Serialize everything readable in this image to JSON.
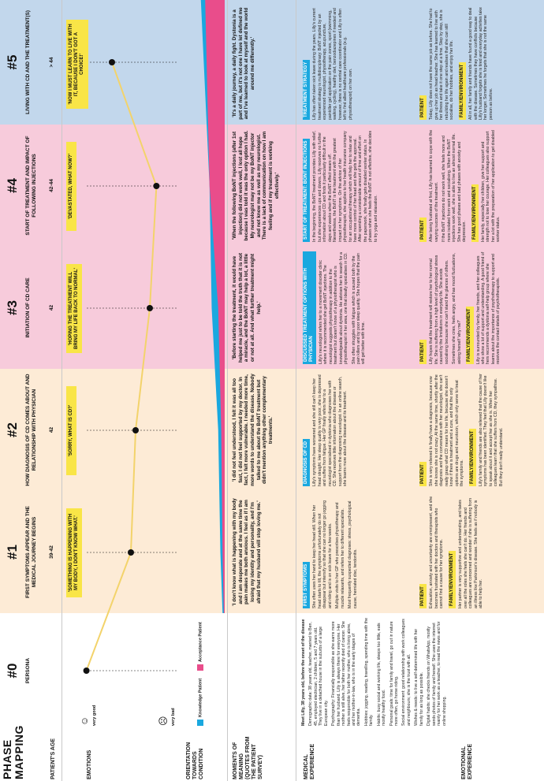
{
  "title": "PHASE MAPPING",
  "row_labels": {
    "age": "PATIENT'S AGE",
    "emotions": "EMOTIONS",
    "orientation": "ORIENTATION TOWARDS CONDITION",
    "moments": "MOMENTS OF MEANING (QUOTES FROM THE PATIENT SURVEY)",
    "medical": "MEDICAL EXPERIENCE",
    "emotional": "EMOTIONAL EXPERIENCE"
  },
  "emotion_scale": {
    "top": "very good",
    "bottom": "very bad"
  },
  "legend": {
    "knowledge": "Knowledge Patient",
    "acceptance": "Acceptance Patient"
  },
  "colors": {
    "knowledge": "#1aa8df",
    "acceptance": "#e94d8b",
    "quote": "#f9e547",
    "line": "#f3d36b"
  },
  "columns": [
    {
      "num": "#0",
      "title": "PERSONA",
      "age": ""
    },
    {
      "num": "#1",
      "title": "FIRST SYMPTOMS APPEAR AND THE MEDICAL JOURNEY BEGINS",
      "age": "39-42",
      "quote": "'SOMETHING IS HAPPENING WITH MY BODY, I DON'T KNOW WHAT.'",
      "moment": "'I don't know what is happening with my body and I am desperate and at the same time the pain makes me both anxious. I feel as if I am losing my identity and personality, and I'm afraid that my husband will stop loving me.'",
      "med_tag": "FIRST SYMPTOMS",
      "med": [
        "She often uses her hand to keep her head still. When her head starts to tilt, the symptoms unfortunately do not disappear but intensify so that she can no longer go jogging and riding and is on sick leave for a few weeks.",
        "Multiple visits to her GP who prescribes physiotherapy and muscle relaxants, and refers her to different specialists.",
        "Most frequently suspected diagnoses: stress, psychological cause, herniated disc, tendonitis."
      ],
      "emo_tag": "PATIENT",
      "emo": [
        "Exhaustion, anxiety and uncertainty are omnipresent, and she becomes frustrated with her doctors and therapists who cannot find a cause for her symptoms."
      ],
      "fam_tag": "FAMILY/ENVIRONMENT",
      "fam": [
        "Her partner is very supportive and understanding, and takes over all the roles she feels she can't do. Her friends and colleagues are concerned and wonder if she is suffering from an illness like Parkinson's disease. She feels as if nobody is able to help her."
      ]
    },
    {
      "num": "#2",
      "title": "HOW DIAGNOSIS OF CD COMES ABOUT AND RELATIONSHIP WITH PHYSICIAN",
      "age": "42",
      "quote": "'SORRY, WHAT IS CD?'",
      "moment": "'I did not feel understood, I felt it was all too fast, I did not feel supported by my doctor. In fact, I felt more vulnerable. I needed more time, more words to understand the disease. Nobody talked to me about the BoNT treatment but didn't mention anything other complementary treatments.'",
      "med_tag": "DIAGNOSIS OF CD",
      "med": [
        "Lilly's symptoms have worsened and she still can't keep her head straight. Her sleep quality is very poor, she is depressed and suffers from fatigue. Her GP finally refers her to a neurologist specialised in dystonia who diagnoses her with CD. She receives little information about the disease or support from the diagnosing neurologist. In an online search, she learns more about the disease and its treatment."
      ],
      "emo_tag": "PATIENT",
      "emo": [
        "She is very relieved to finally have a diagnosis, because now she knows she is not crazy. At the same time, shortly after the diagnosis and the conversation with her neurologist, she can't really grasp what CD means for her life, because she doesn't know if there is treatment and a cure, and that the only options are drugs and neurotoxin, which only serve to treat the symptoms."
      ],
      "fam_tag": "FAMILY/ENVIRONMENT",
      "fam": [
        "Lilly's family and friends are also relieved that the cause of her symptoms has been identified. They feel that Lilly doesn't like to speak about it and accept her as she is. When her colleagues learn that she suffers from CD, they sympathise. But they don't really understand."
      ]
    },
    {
      "num": "#3",
      "title": "INITIATION OF CD CARE",
      "age": "42",
      "quote": "'HOPING THE TREATMENT WILL BRING MY LIFE BACK TO NORMAL'",
      "moment": "'Before starting the treatment, it would have helped me just to be told the truth that it is not a miracle, and the BoNT may help a lot, a little or not at all. And what further treatment might help.'",
      "med_tag": "DISCUSSED TREATMENT OPTIONS WITH PHYSICIAN",
      "med": [
        "Lilly's neurologist refers her to a movement disorder clinic where it is recommended she get BoNT injections. The neurologist suggests physiotherapy in addition to the treatment but doesn't know of a physiotherapist who is knowledgeable about dystonia. He advises her to search for a physiotherapist in her area, one that ideally specialises in CD.",
        "She often struggles with fatigue which is caused both by the pain killers and by poor sleep quality. She hopes that the pain will get better with time."
      ],
      "emo_tag": "PATIENT",
      "emo": [
        "Lilly hopes that the treatment will restore her to her normal life. She is suffering from a high level of psychological stress caused by the limitations in everyday life. She avoids socialising because she can't stand the glances of others.",
        "Sometimes she cries, feels angry, and has mood fluctuations, asking herself 'why me?'"
      ],
      "fam_tag": "FAMILY/ENVIRONMENT",
      "fam": [
        "Lilly is surrounded by family, her friends, and her colleagues who show a lot of support and understanding. A good friend of hers recommends a dystonia self-help group where she learns about the importance of psychotherapy to support and receives the contact details of psychotherapists."
      ]
    },
    {
      "num": "#4",
      "title": "START OF TREATMENT AND IMPACT OF FOLLOWING INJECTIONS",
      "age": "42-44",
      "quote": "'DEVASTATED, WHAT NOW?'",
      "moment": "'When the following BoNT injections (after 1st injection) did not work well, I lost all hope because I was told it was the only option I had. My neurologist may not be my BoNT injector and not know me as well as my neurologist. There is a lack of communication on how I am feeling and if my treatment is working effectively.'",
      "med_tag": "START OF TREATMENT: BoNT INJECTIONS",
      "med": [
        "In the beginning, the BoNT treatment provides Lilly with relief, but she experiences ups and downs. Lilly receives no further information about CD and finds it particularly difficult in the days and weeks when the BoNT effect wears off. Nevertheless, the BoNT is the treatment with the greatest impact on her symptoms. On the advice of her physiotherapist, she applies to her health insurance company for an occupational therapy which will help her to relax and have more control of her head and she gets the approval. After spending a considerable amount of time and effort on the paperwork, she finally gets disabled worker status. In phases when she feels the BoNT is not effective, she decides to try yoga and relaxation."
      ],
      "emo_tag": "PATIENT",
      "emo": [
        "After being frustrated at first, Lilly has learned to cope with the varying success of the treatment.",
        "If the BoNT injections do not work well, she feels more and more isolated from work and socialising. When the BoNT injections work well, she is able to live an almost normal life. She has good phases and bad phases with anxiety and depression."
      ],
      "fam_tag": "FAMILY/ENVIRONMENT",
      "fam": [
        "Her family, especially her children, give her support and strength not to lose her courage. Her colleagues also support her a lot with the preparation of her application to get disabled worker status."
      ]
    },
    {
      "num": "#5",
      "title": "LIVING WITH CD AND THE TREATMENT(S)",
      "age": "> 44",
      "quote": "'NOW I MUST LEARN TO LIVE WITH IT, BECAUSE I DON'T GOT A CHOICE!'",
      "moment": "'It's a daily journey, a daily fight. Dystonia is a part of me, but it's not one I have let defined me and I've learned to look at myself and the world around me differently.'",
      "med_tag": "TREATMENT STRATEGY",
      "med": [
        "Lilly has often taken sick leave during the years. Lilly's current treatment strategy is multidisciplinary: BoNT injected by an experienced neurologist, physiotherapy, acupuncture, painkiller gel application on the pain zones, sport (swimming, walking, cycling), healthy diet, benzodiazepines if needed and however, there is no central care coordinator and Lilly is often left to find allied healthcare professionals (e.g. physiotherapist) on her own."
      ],
      "emo_tag": "PATIENT",
      "emo": [
        "Today, Lilly does not have the same job as before. She had to give up her job as head teacher. She has learned to live with her illness and take it one step at a time. Step by step, she is rebuilding her life again and realises that she can still socialise, do her hobbies, and enjoy her life."
      ],
      "fam_tag": "FAMILY/ENVIRONMENT",
      "fam": [
        "All in all, her family and friends have found a good way to deal with the disease. Sometimes they have conflicts because Lilly's husband forgets she is tired and everyday activities take her longer. Sometimes he forgets that she is not the same person as before."
      ]
    }
  ],
  "persona": {
    "intro": "Meet Lilly, 38 years old, before the onset of the disease",
    "demographic": "Demographic data: 38 years old, teacher, married to Ben, 45, employed electrician, 2 children, 5 and 7 years old. They live in a detached house in the suburbs of a large European city.",
    "psychography": "Psychography: Financially responsible as she earns more than her husband. Lilly is always there for everyone. Her mother is still alive, her father recently died of cancer. She feels responsible for both her mother, who is living alone, and her mother-in-law, who is in the early stages of dementia.",
    "hobbies": "Hobbies: jogging, reading, travelling, spending time with the family.",
    "habits": "Habits: busy social and working life, sleeps too little, eats mostly healthy food.",
    "goal": "Personal goals: time for family and travel, go out in nature more often, go horse riding.",
    "social": "Social environment: good relationship with work colleagues and neighbours; she is the trust with all.",
    "wishes": "Wishes & needs: to live a self-determined life with her family for as long as possible.",
    "digital": "Digital habits: she checks friends on WhatsApp, mostly sends photos of family and herself. She uses the internet mainly for her work as a teacher, to read the news and for online shopping."
  },
  "emotion_chart": {
    "comment": "emotion level per phase, 0 = very bad, 10 = very good",
    "levels": [
      9.2,
      4.5,
      4.0,
      2.5,
      1.8,
      6.5
    ]
  },
  "orientation_chart": {
    "knowledge": [
      0.05,
      0.1,
      0.15,
      0.3,
      0.35,
      0.55
    ],
    "acceptance": [
      0.02,
      0.05,
      0.08,
      0.15,
      0.35,
      0.45
    ]
  }
}
